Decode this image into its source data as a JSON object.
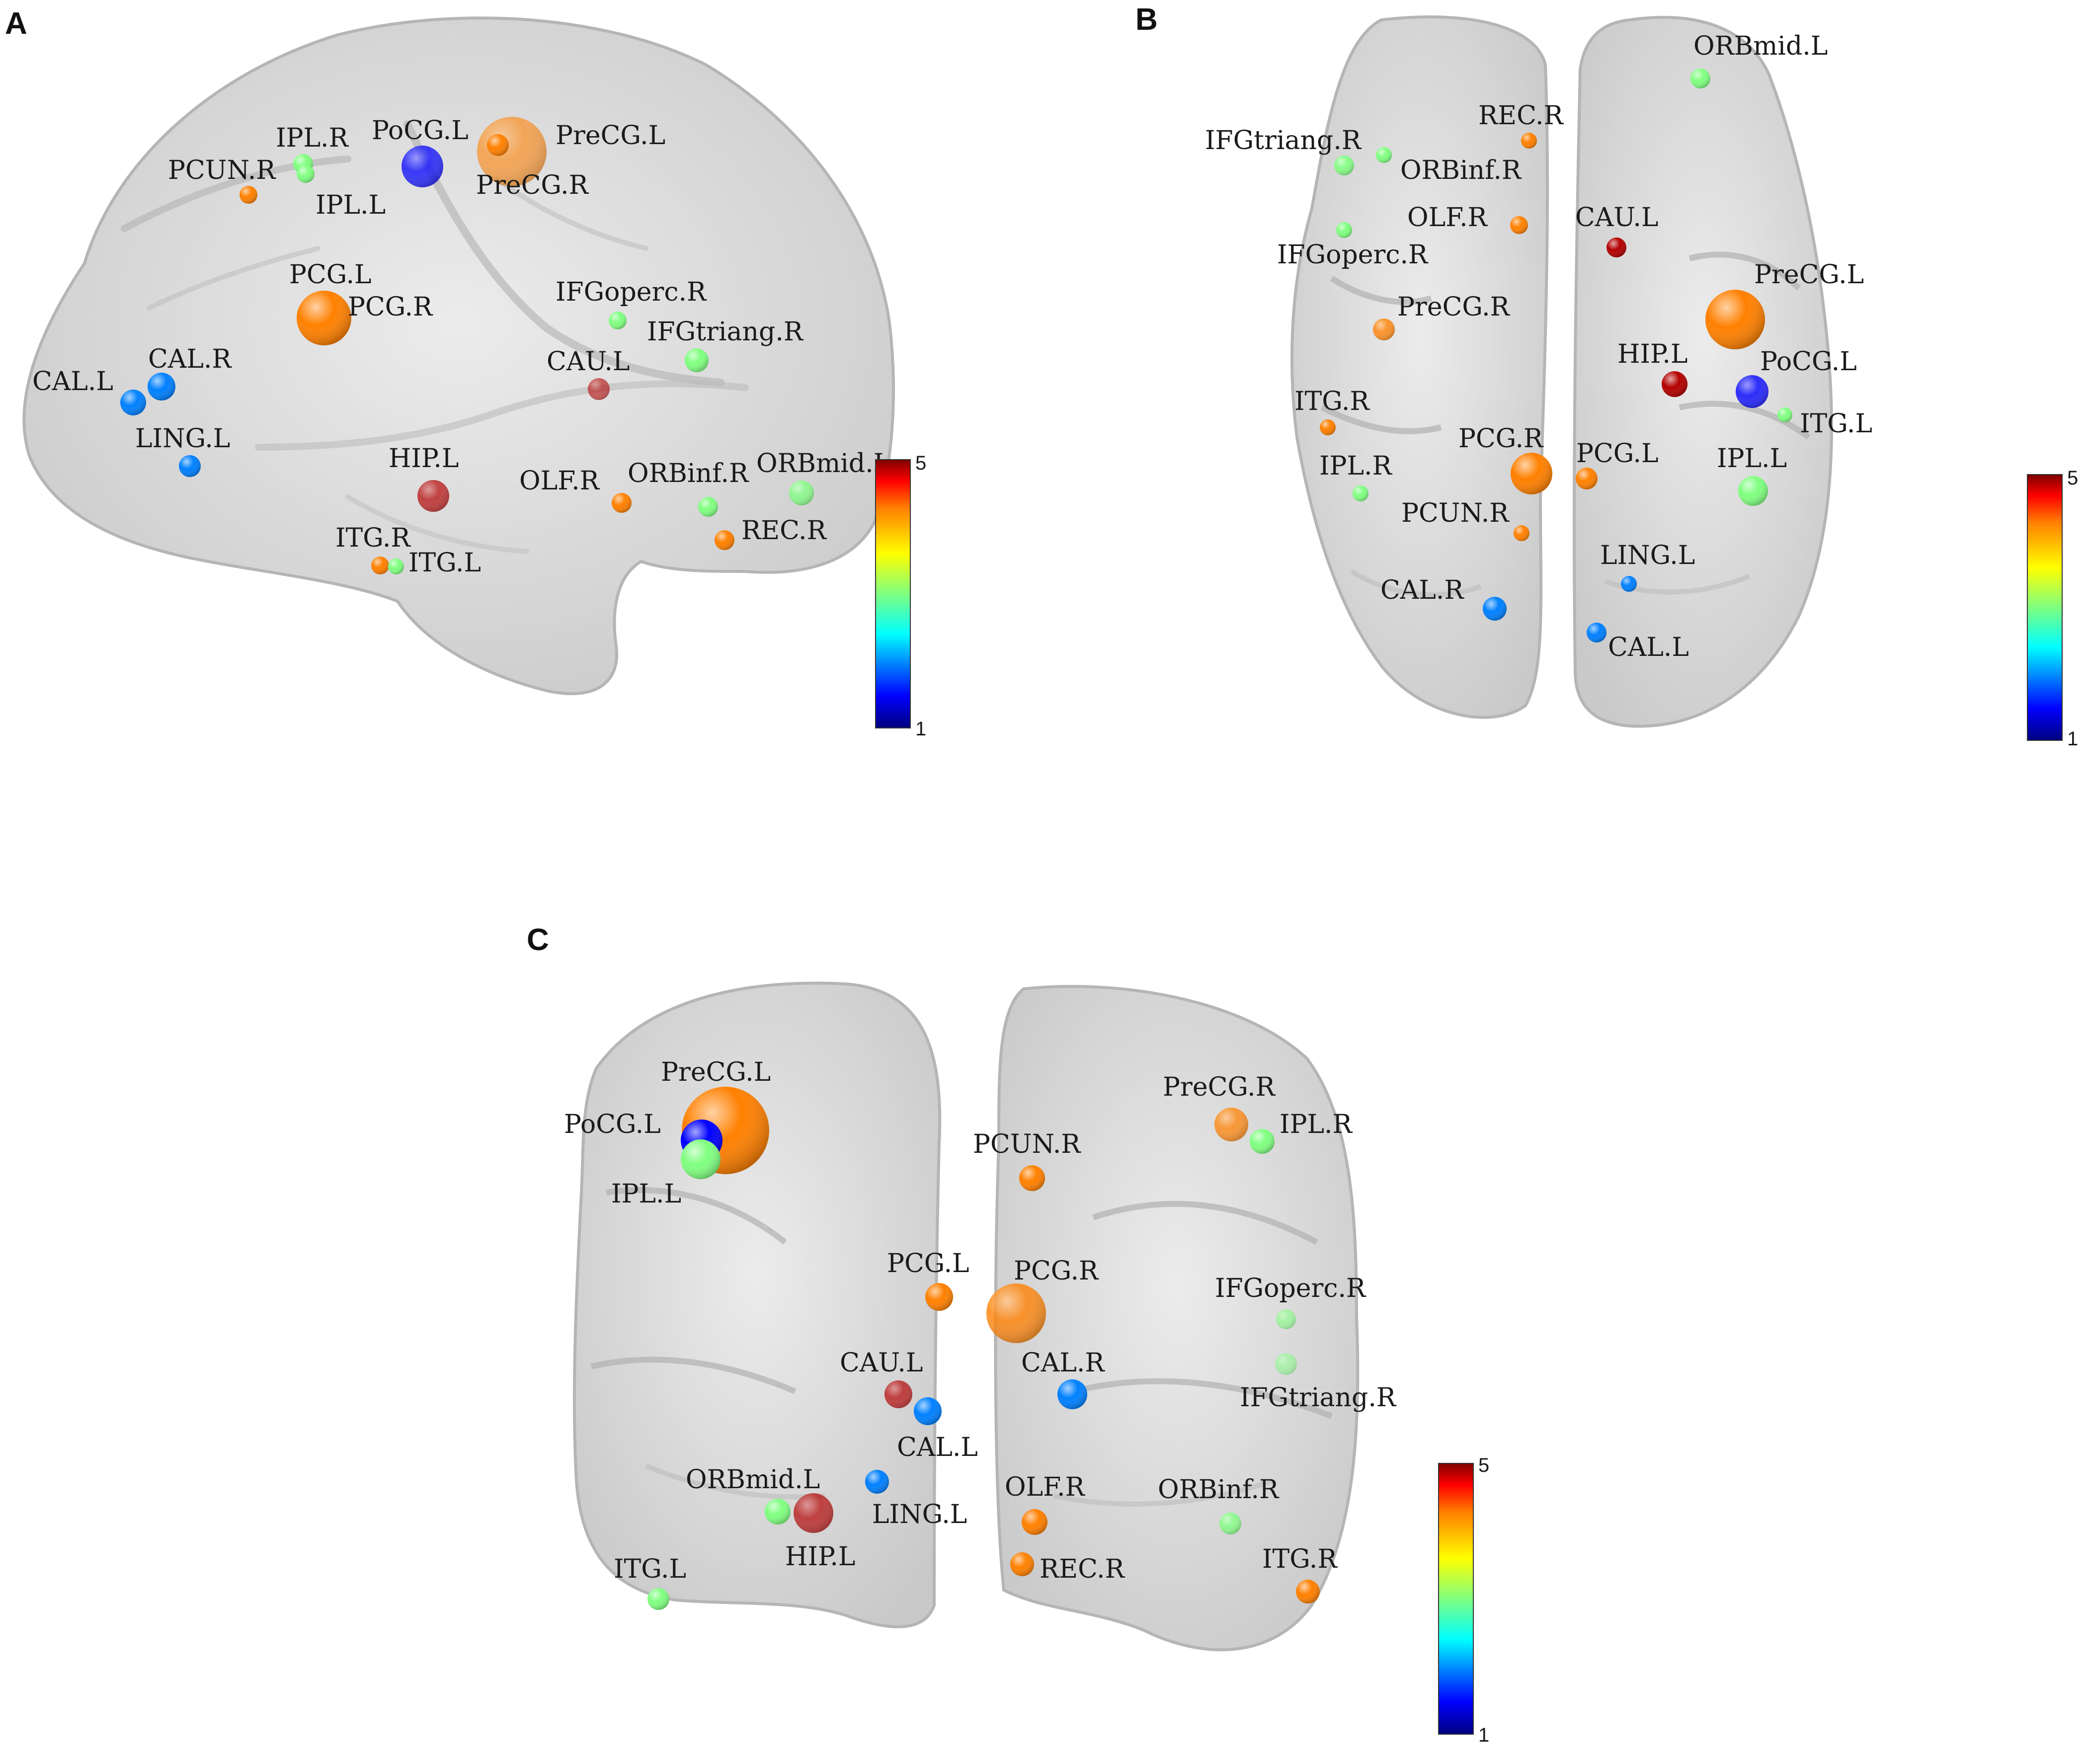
{
  "panels": [
    {
      "letter": "A",
      "nodes": [
        {
          "label": "IPL.R",
          "value": 3.0
        },
        {
          "label": "PoCG.L",
          "value": 1.5
        },
        {
          "label": "PreCG.L",
          "value": 4.0
        },
        {
          "label": "PreCG.R",
          "value": 4.0
        },
        {
          "label": "PCUN.R",
          "value": 4.0
        },
        {
          "label": "IPL.L",
          "value": 3.0
        },
        {
          "label": "PCG.L",
          "value": 4.0
        },
        {
          "label": "PCG.R",
          "value": 4.0
        },
        {
          "label": "IFGoperc.R",
          "value": 3.0
        },
        {
          "label": "IFGtriang.R",
          "value": 3.0
        },
        {
          "label": "CAU.L",
          "value": 4.8
        },
        {
          "label": "CAL.R",
          "value": 2.0
        },
        {
          "label": "CAL.L",
          "value": 2.0
        },
        {
          "label": "LING.L",
          "value": 2.0
        },
        {
          "label": "HIP.L",
          "value": 4.8
        },
        {
          "label": "OLF.R",
          "value": 4.0
        },
        {
          "label": "ORBinf.R",
          "value": 3.0
        },
        {
          "label": "ORBmid.L",
          "value": 3.0
        },
        {
          "label": "REC.R",
          "value": 4.0
        },
        {
          "label": "ITG.R",
          "value": 4.0
        },
        {
          "label": "ITG.L",
          "value": 3.0
        }
      ],
      "colorbar": {
        "max_label": "5",
        "min_label": "1"
      }
    },
    {
      "letter": "B",
      "nodes": [
        {
          "label": "ORBmid.L",
          "value": 3.0
        },
        {
          "label": "REC.R",
          "value": 4.0
        },
        {
          "label": "IFGtriang.R",
          "value": 3.0
        },
        {
          "label": "ORBinf.R",
          "value": 3.0
        },
        {
          "label": "OLF.R",
          "value": 4.0
        },
        {
          "label": "CAU.L",
          "value": 4.8
        },
        {
          "label": "IFGoperc.R",
          "value": 3.0
        },
        {
          "label": "PreCG.L",
          "value": 4.0
        },
        {
          "label": "PreCG.R",
          "value": 4.0
        },
        {
          "label": "HIP.L",
          "value": 4.8
        },
        {
          "label": "PoCG.L",
          "value": 1.5
        },
        {
          "label": "ITG.R",
          "value": 4.0
        },
        {
          "label": "ITG.L",
          "value": 3.0
        },
        {
          "label": "PCG.R",
          "value": 4.0
        },
        {
          "label": "PCG.L",
          "value": 4.0
        },
        {
          "label": "IPL.R",
          "value": 3.0
        },
        {
          "label": "IPL.L",
          "value": 3.0
        },
        {
          "label": "PCUN.R",
          "value": 4.0
        },
        {
          "label": "LING.L",
          "value": 2.0
        },
        {
          "label": "CAL.R",
          "value": 2.0
        },
        {
          "label": "CAL.L",
          "value": 2.0
        }
      ],
      "colorbar": {
        "max_label": "5",
        "min_label": "1"
      }
    },
    {
      "letter": "C",
      "nodes": [
        {
          "label": "PreCG.L",
          "value": 4.0
        },
        {
          "label": "PoCG.L",
          "value": 1.5
        },
        {
          "label": "IPL.L",
          "value": 3.0
        },
        {
          "label": "PreCG.R",
          "value": 4.0
        },
        {
          "label": "IPL.R",
          "value": 3.0
        },
        {
          "label": "PCUN.R",
          "value": 4.0
        },
        {
          "label": "PCG.L",
          "value": 4.0
        },
        {
          "label": "PCG.R",
          "value": 4.0
        },
        {
          "label": "IFGoperc.R",
          "value": 3.0
        },
        {
          "label": "IFGtriang.R",
          "value": 3.0
        },
        {
          "label": "CAU.L",
          "value": 4.8
        },
        {
          "label": "CAL.R",
          "value": 2.0
        },
        {
          "label": "CAL.L",
          "value": 2.0
        },
        {
          "label": "ORBmid.L",
          "value": 3.0
        },
        {
          "label": "LING.L",
          "value": 2.0
        },
        {
          "label": "OLF.R",
          "value": 4.0
        },
        {
          "label": "ORBinf.R",
          "value": 3.0
        },
        {
          "label": "HIP.L",
          "value": 4.8
        },
        {
          "label": "REC.R",
          "value": 4.0
        },
        {
          "label": "ITG.L",
          "value": 3.0
        },
        {
          "label": "ITG.R",
          "value": 4.0
        }
      ],
      "colorbar": {
        "max_label": "5",
        "min_label": "1"
      }
    }
  ],
  "colors": {
    "brain_fill": "#d9d9d9",
    "brain_stroke": "#b5b5b5",
    "colormap": [
      "#00007f",
      "#0000ff",
      "#00ffff",
      "#ffff00",
      "#ff7f00",
      "#ff0000",
      "#7f0000"
    ]
  }
}
